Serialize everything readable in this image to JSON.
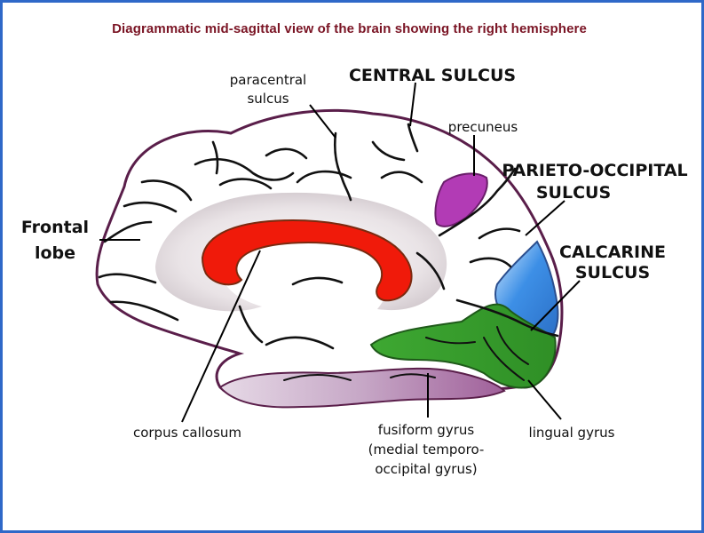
{
  "title": "Diagrammatic mid-sagittal view of the brain showing the right hemisphere",
  "labels": {
    "paracentral": [
      "paracentral",
      "sulcus"
    ],
    "central_sulcus": "CENTRAL SULCUS",
    "precuneus": "precuneus",
    "parieto_occipital": [
      "PARIETO-OCCIPITAL",
      "SULCUS"
    ],
    "frontal_lobe": [
      "Frontal",
      "lobe"
    ],
    "calcarine": [
      "CALCARINE",
      "SULCUS"
    ],
    "corpus_callosum": "corpus callosum",
    "fusiform": [
      "fusiform gyrus",
      "(medial temporo-",
      "occipital gyrus)"
    ],
    "lingual": "lingual gyrus"
  },
  "colors": {
    "frame": "#2f68c8",
    "title": "#7a1424",
    "corpus_callosum": "#f01a0a",
    "precuneus": "#b23bb5",
    "cuneus": "#3d8fe6",
    "fusiform_lingual": "#3ea832",
    "temporal_pole": "#a0609a",
    "outline": "#5a1e4a"
  }
}
